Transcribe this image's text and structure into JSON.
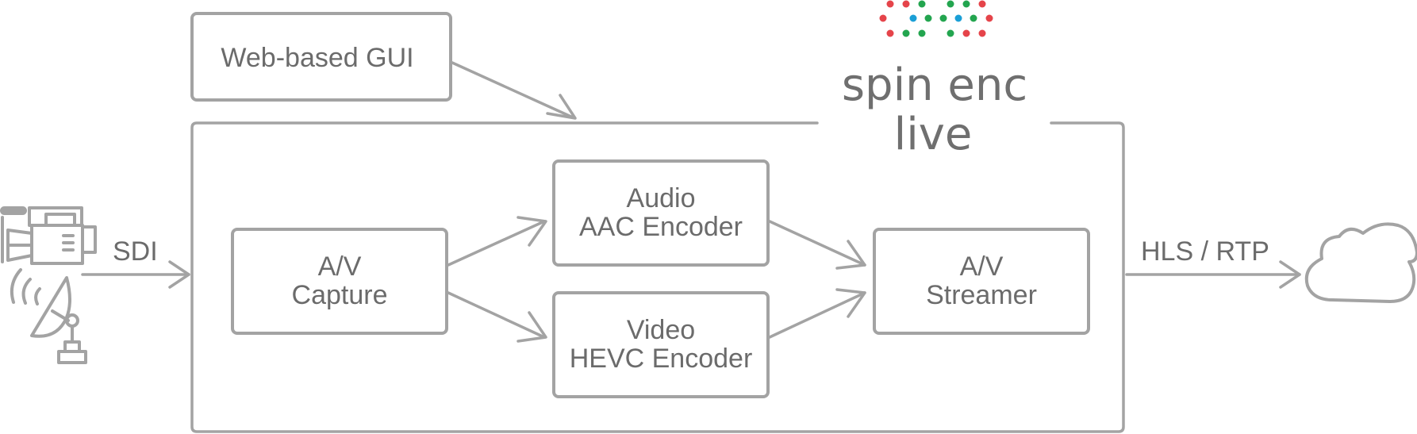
{
  "diagram": {
    "gui_box": {
      "label": "Web-based GUI"
    },
    "logo": {
      "line1": "spin enc",
      "line2": "live",
      "dot_colors": [
        "#e5444a",
        "#1a9fd6",
        "#23a54f"
      ]
    },
    "capture_box": {
      "line1": "A/V",
      "line2": "Capture"
    },
    "audio_box": {
      "line1": "Audio",
      "line2": "AAC Encoder"
    },
    "video_box": {
      "line1": "Video",
      "line2": "HEVC Encoder"
    },
    "streamer_box": {
      "line1": "A/V",
      "line2": "Streamer"
    },
    "input_label": "SDI",
    "output_label": "HLS / RTP",
    "colors": {
      "stroke": "#a3a3a3",
      "text": "#6b6b6b"
    }
  }
}
